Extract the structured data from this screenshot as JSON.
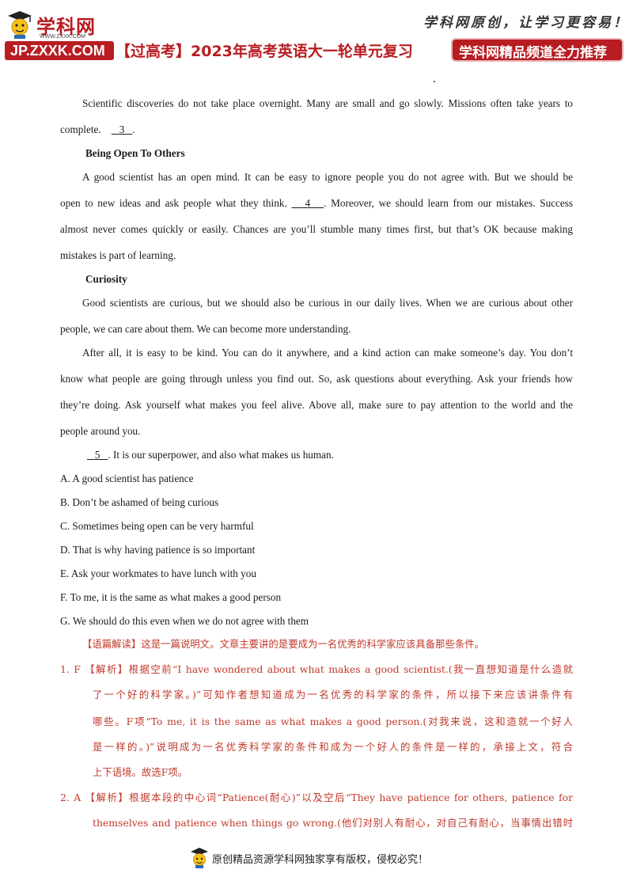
{
  "header": {
    "brand": "学科网",
    "site_small": "WWW.ZXXK.COM",
    "slogan": "学科网原创，让学习更容易！",
    "site_bar": "JP.ZXXK.COM",
    "course_title": "【过高考】2023年高考英语大一轮单元复习",
    "recommend": "学科网精品频道全力推荐",
    "colors": {
      "brand_red": "#b81d22",
      "answer_red": "#c0392b"
    }
  },
  "body": {
    "p1_l1": "Scientific discoveries do not take place overnight. Many are small and go slowly. Missions often take years to",
    "p1_l2_pre": "complete.",
    "blank3": "3",
    "p1_l2_post": ".",
    "h_open": "Being Open To Others",
    "p2_l1": "A good scientist has an open mind. It can be easy to ignore people you do not agree with. But we should be",
    "p2_l2_pre": "open to new ideas and ask people what they think.",
    "blank4": "4",
    "p2_l2_post": ". Moreover, we should learn from our mistakes. Success",
    "p2_l3": "almost never comes quickly or easily. Chances are you’ll stumble many times first, but that’s OK because making",
    "p2_l4": "mistakes is part of learning.",
    "h_curiosity": "Curiosity",
    "p3_l1": "Good scientists are curious, but we should also be curious in our daily lives. When we are curious about other",
    "p3_l2": "people, we can care about them. We can become more understanding.",
    "p4_l1": "After all, it is easy to be kind. You can do it anywhere, and a kind action can make someone’s day. You don’t",
    "p4_l2": "know what people are going through unless you find out. So, ask questions about everything. Ask your friends how",
    "p4_l3": "they’re doing. Ask yourself what makes you feel alive. Above all, make sure to pay attention to the world and the",
    "p4_l4": "people around you.",
    "blank5": "5",
    "p5_post": ". It is our superpower, and also what makes us human."
  },
  "options": [
    "A. A good scientist has patience",
    "B. Don’t be ashamed of being curious",
    "C. Sometimes being open can be very harmful",
    "D. That is why having patience is so important",
    "E. Ask your workmates to have lunch with you",
    "F. To me, it is the same as what makes a good person",
    "G. We should do this even when we do not agree with them"
  ],
  "analysis": {
    "intro": "【语篇解读】这是一篇说明文。文章主要讲的是要成为一名优秀的科学家应该具备那些条件。",
    "a1_l1": "1. F 【解析】根据空前“I have wondered about what makes a good scientist.(我一直想知道是什么造就",
    "a1_l2": "了一个好的科学家。)”可知作者想知道成为一名优秀的科学家的条件，所以接下来应该讲条件有",
    "a1_l3": "哪些。F项“To me, it is the same as what makes a good person.(对我来说，这和造就一个好人",
    "a1_l4": "是一样的。)”说明成为一名优秀科学家的条件和成为一个好人的条件是一样的，承接上文，符合",
    "a1_l5": "上下语境。故选F项。",
    "a2_l1": "2. A 【解析】根据本段的中心词“Patience(耐心)”以及空后“They have patience for others, patience for",
    "a2_l2": "themselves and patience when things go wrong.(他们对别人有耐心，对自己有耐心，当事情出错时"
  },
  "footer": {
    "copyright": "原创精品资源学科网独家享有版权，侵权必究！"
  }
}
